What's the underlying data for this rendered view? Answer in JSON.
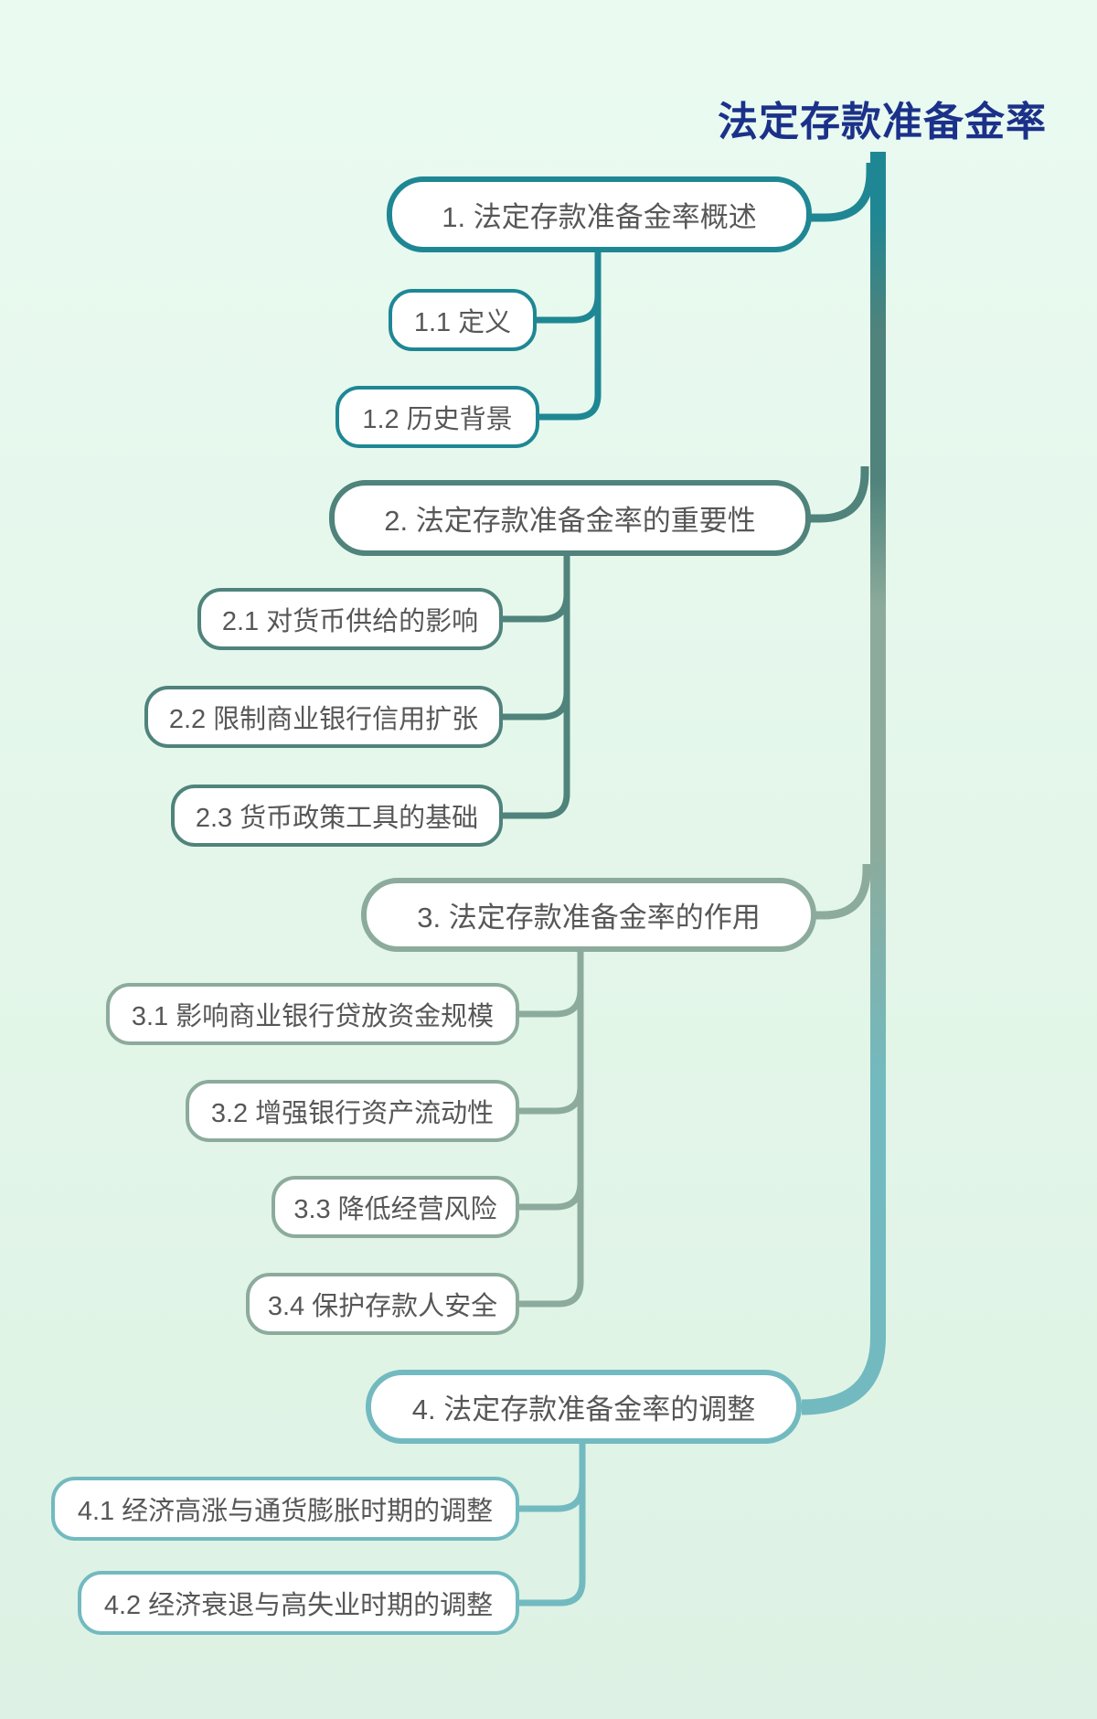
{
  "title": {
    "text": "法定存款准备金率"
  },
  "palette": {
    "background": "#e4f6ea",
    "title_color": "#1b3189",
    "branch1": "#1f8794",
    "branch2": "#4f837b",
    "branch3": "#8cab9c",
    "branch4": "#72bac0",
    "node_bg": "#ffffff",
    "node_text": "#575757"
  },
  "branches": [
    {
      "label": "1. 法定存款准备金率概述",
      "color": "#1f8794",
      "children": [
        {
          "label": "1.1 定义"
        },
        {
          "label": "1.2 历史背景"
        }
      ]
    },
    {
      "label": "2. 法定存款准备金率的重要性",
      "color": "#4f837b",
      "children": [
        {
          "label": "2.1 对货币供给的影响"
        },
        {
          "label": "2.2 限制商业银行信用扩张"
        },
        {
          "label": "2.3 货币政策工具的基础"
        }
      ]
    },
    {
      "label": "3. 法定存款准备金率的作用",
      "color": "#8cab9c",
      "children": [
        {
          "label": "3.1 影响商业银行贷放资金规模"
        },
        {
          "label": "3.2 增强银行资产流动性"
        },
        {
          "label": "3.3 降低经营风险"
        },
        {
          "label": "3.4 保护存款人安全"
        }
      ]
    },
    {
      "label": "4. 法定存款准备金率的调整",
      "color": "#72bac0",
      "children": [
        {
          "label": "4.1 经济高涨与通货膨胀时期的调整"
        },
        {
          "label": "4.2 经济衰退与高失业时期的调整"
        }
      ]
    }
  ]
}
